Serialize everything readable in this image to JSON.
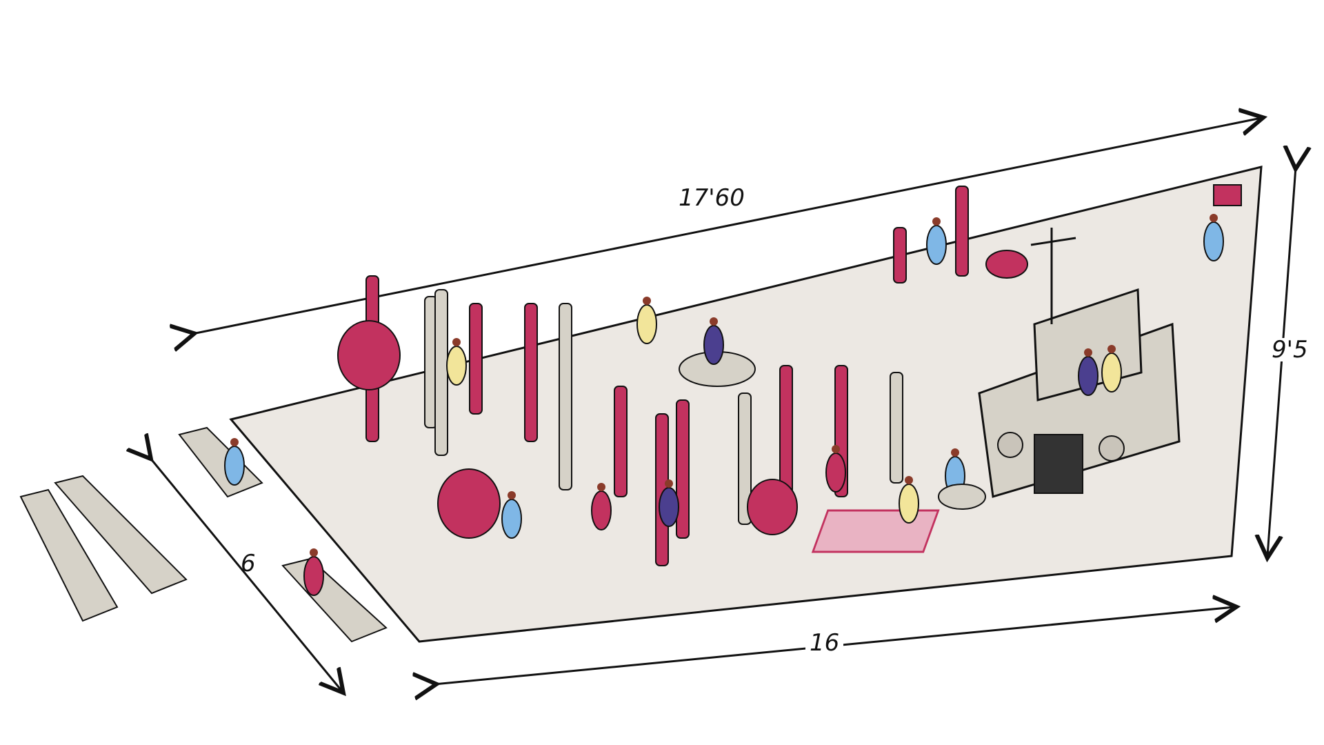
{
  "drawing": {
    "dimensions": {
      "top_length": "17'60",
      "right_depth": "9'5",
      "bottom_length": "16",
      "left_width": "6"
    },
    "colors": {
      "floor": "#ece8e3",
      "accent_pink": "#c2325f",
      "wood_gray": "#d6d2c8",
      "person_blue": "#7fb7e6",
      "person_yellow": "#f2e59a",
      "person_purple": "#4b3f8f",
      "ink": "#111111"
    }
  }
}
